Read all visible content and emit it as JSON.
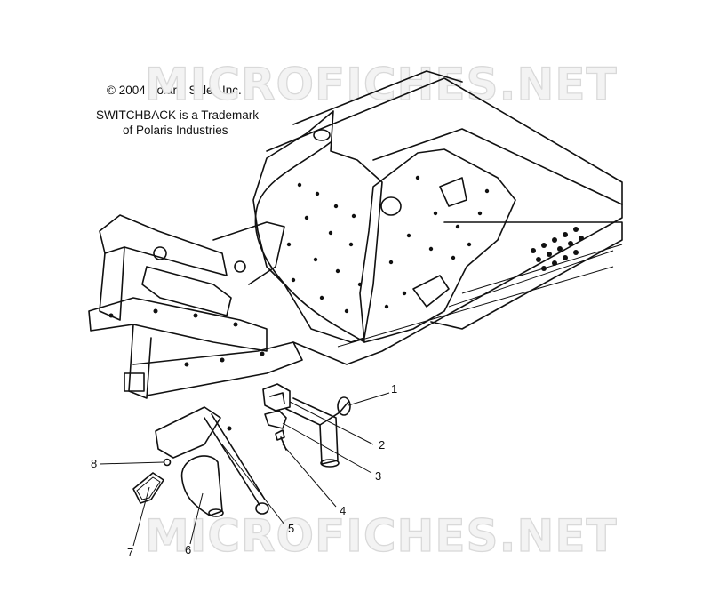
{
  "copyright": "© 2004 Polaris Sales Inc.",
  "trademark_line1": "SWITCHBACK is a Trademark",
  "trademark_line2": "of Polaris Industries",
  "watermark_text": "MICROFICHES.NET",
  "callouts": {
    "c1": "1",
    "c2": "2",
    "c3": "3",
    "c4": "4",
    "c5": "5",
    "c6": "6",
    "c7": "7",
    "c8": "8"
  }
}
